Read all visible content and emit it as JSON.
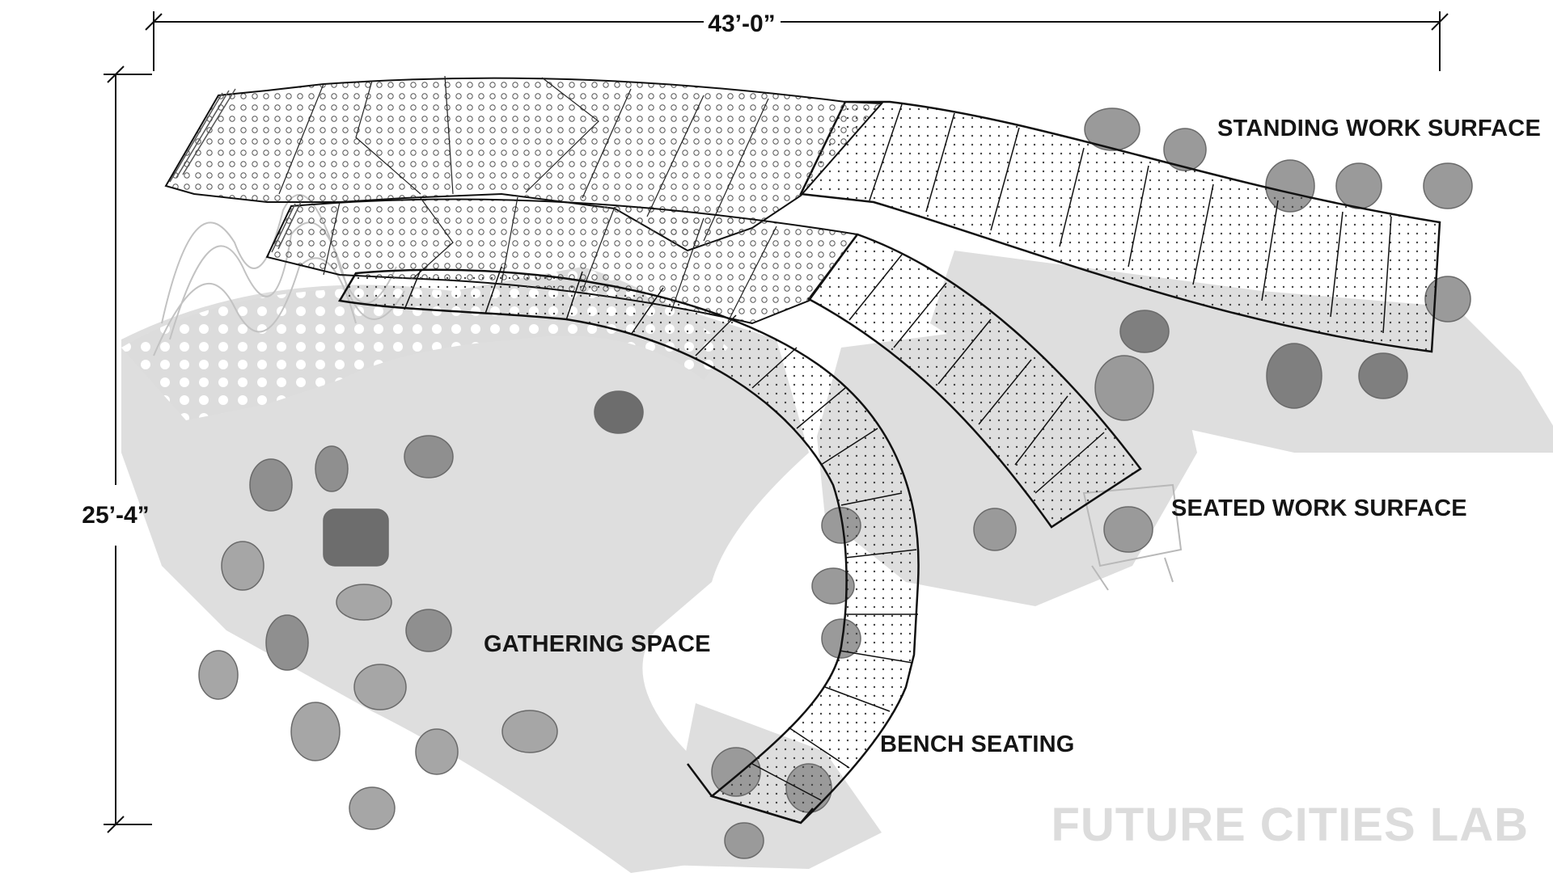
{
  "dimensions": {
    "width_label": "43’-0”",
    "height_label": "25’-4”"
  },
  "labels": {
    "standing": "STANDING WORK SURFACE",
    "seated": "SEATED WORK SURFACE",
    "gathering": "GATHERING SPACE",
    "bench": "BENCH SEATING"
  },
  "watermark": "FUTURE CITIES LAB",
  "colors": {
    "ink": "#111111",
    "shadow": "#d9d9d9",
    "person": "#8f8f8f",
    "watermark": "#dcdcdc"
  }
}
